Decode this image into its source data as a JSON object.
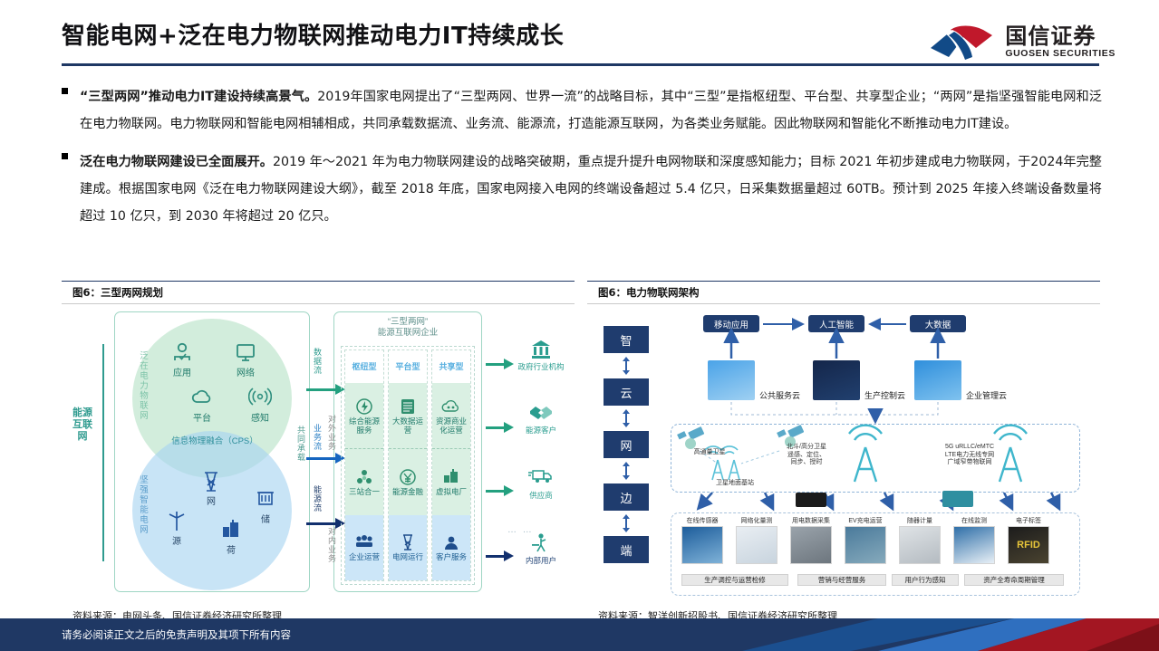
{
  "header": {
    "title": "智能电网+泛在电力物联网推动电力IT持续成长",
    "logo_cn": "国信证券",
    "logo_en": "GUOSEN SECURITIES",
    "accent_navy": "#1f3864",
    "accent_red": "#c0182b",
    "accent_blue": "#114a87"
  },
  "bullets": [
    {
      "lead": "“三型两网”推动电力IT建设持续高景气。",
      "rest": "2019年国家电网提出了“三型两网、世界一流”的战略目标，其中“三型”是指枢纽型、平台型、共享型企业；“两网”是指坚强智能电网和泛在电力物联网。电力物联网和智能电网相辅相成，共同承载数据流、业务流、能源流，打造能源互联网，为各类业务赋能。因此物联网和智能化不断推动电力IT建设。"
    },
    {
      "lead": "泛在电力物联网建设已全面展开。",
      "rest": "2019 年～2021 年为电力物联网建设的战略突破期，重点提升提升电网物联和深度感知能力；目标 2021 年初步建成电力物联网，于2024年完整建成。根据国家电网《泛在电力物联网建设大纲》，截至 2018 年底，国家电网接入电网的终端设备超过 5.4 亿只，日采集数据量超过 60TB。预计到 2025 年接入终端设备数量将超过 10 亿只，到 2030 年将超过 20 亿只。"
    }
  ],
  "figures": {
    "left": {
      "title": "图6：三型两网规划",
      "source": "资料来源：电网头条、国信证券经济研究所整理",
      "energy_internet": "能源互联网",
      "venn_top_label": "泛在电力物联网",
      "venn_bottom_label": "坚强智能电网",
      "cps": "信息物理融合（CPS）",
      "venn_top_items": [
        {
          "name": "应用",
          "icon": "user-icon"
        },
        {
          "name": "网络",
          "icon": "monitor-icon"
        },
        {
          "name": "平台",
          "icon": "cloud-icon"
        },
        {
          "name": "感知",
          "icon": "sensor-icon"
        }
      ],
      "venn_bottom_items": [
        {
          "name": "网",
          "icon": "pylon-icon"
        },
        {
          "name": "源",
          "icon": "wind-turbine-icon"
        },
        {
          "name": "荷",
          "icon": "factory-icon"
        },
        {
          "name": "储",
          "icon": "battery-storage-icon"
        }
      ],
      "flows": [
        "数据流",
        "业务流",
        "能源流"
      ],
      "carry": "共同承载",
      "enterprise_title_1": "“三型两网”",
      "enterprise_title_2": "能源互联网企业",
      "col_heads": [
        "枢纽型",
        "平台型",
        "共享型"
      ],
      "matrix": [
        [
          "综合能源服务",
          "大数据运营",
          "资源商业化运营"
        ],
        [
          "三站合一",
          "能源金融",
          "虚拟电厂"
        ],
        [
          "企业运营",
          "电网运行",
          "客户服务"
        ]
      ],
      "biz_outer": "对外业务",
      "biz_inner": "对内业务",
      "outputs": [
        "政府行业机构",
        "能源客户",
        "供应商",
        "内部用户"
      ],
      "dots": "… …"
    },
    "right": {
      "title": "图6：电力物联网架构",
      "source": "资料来源：智洋创新招股书、国信证券经济研究所整理",
      "stages": [
        "智",
        "云",
        "网",
        "边",
        "端"
      ],
      "top_boxes": [
        "移动应用",
        "人工智能",
        "大数据"
      ],
      "clouds": [
        "公共服务云",
        "生产控制云",
        "企业管理云"
      ],
      "network_items": [
        "高通量卫星",
        "北斗/高分卫星\n遥感、定位、\n同步、授时",
        "卫星地面基站",
        "5G uRLLC/eMTC\nLTE电力无线专网\n广域窄带物联网"
      ],
      "terminal_tiles": [
        "在线传感器",
        "网络化量测",
        "用电数据采集",
        "EV充电运营",
        "随器计量",
        "在线监测",
        "电子标签"
      ],
      "terminal_bands": [
        "生产调控与运营检修",
        "营销与经营服务",
        "用户行为感知",
        "资产全寿命周期管理"
      ]
    }
  },
  "footer": {
    "disclaimer": "请务必阅读正文之后的免责声明及其项下所有内容"
  }
}
